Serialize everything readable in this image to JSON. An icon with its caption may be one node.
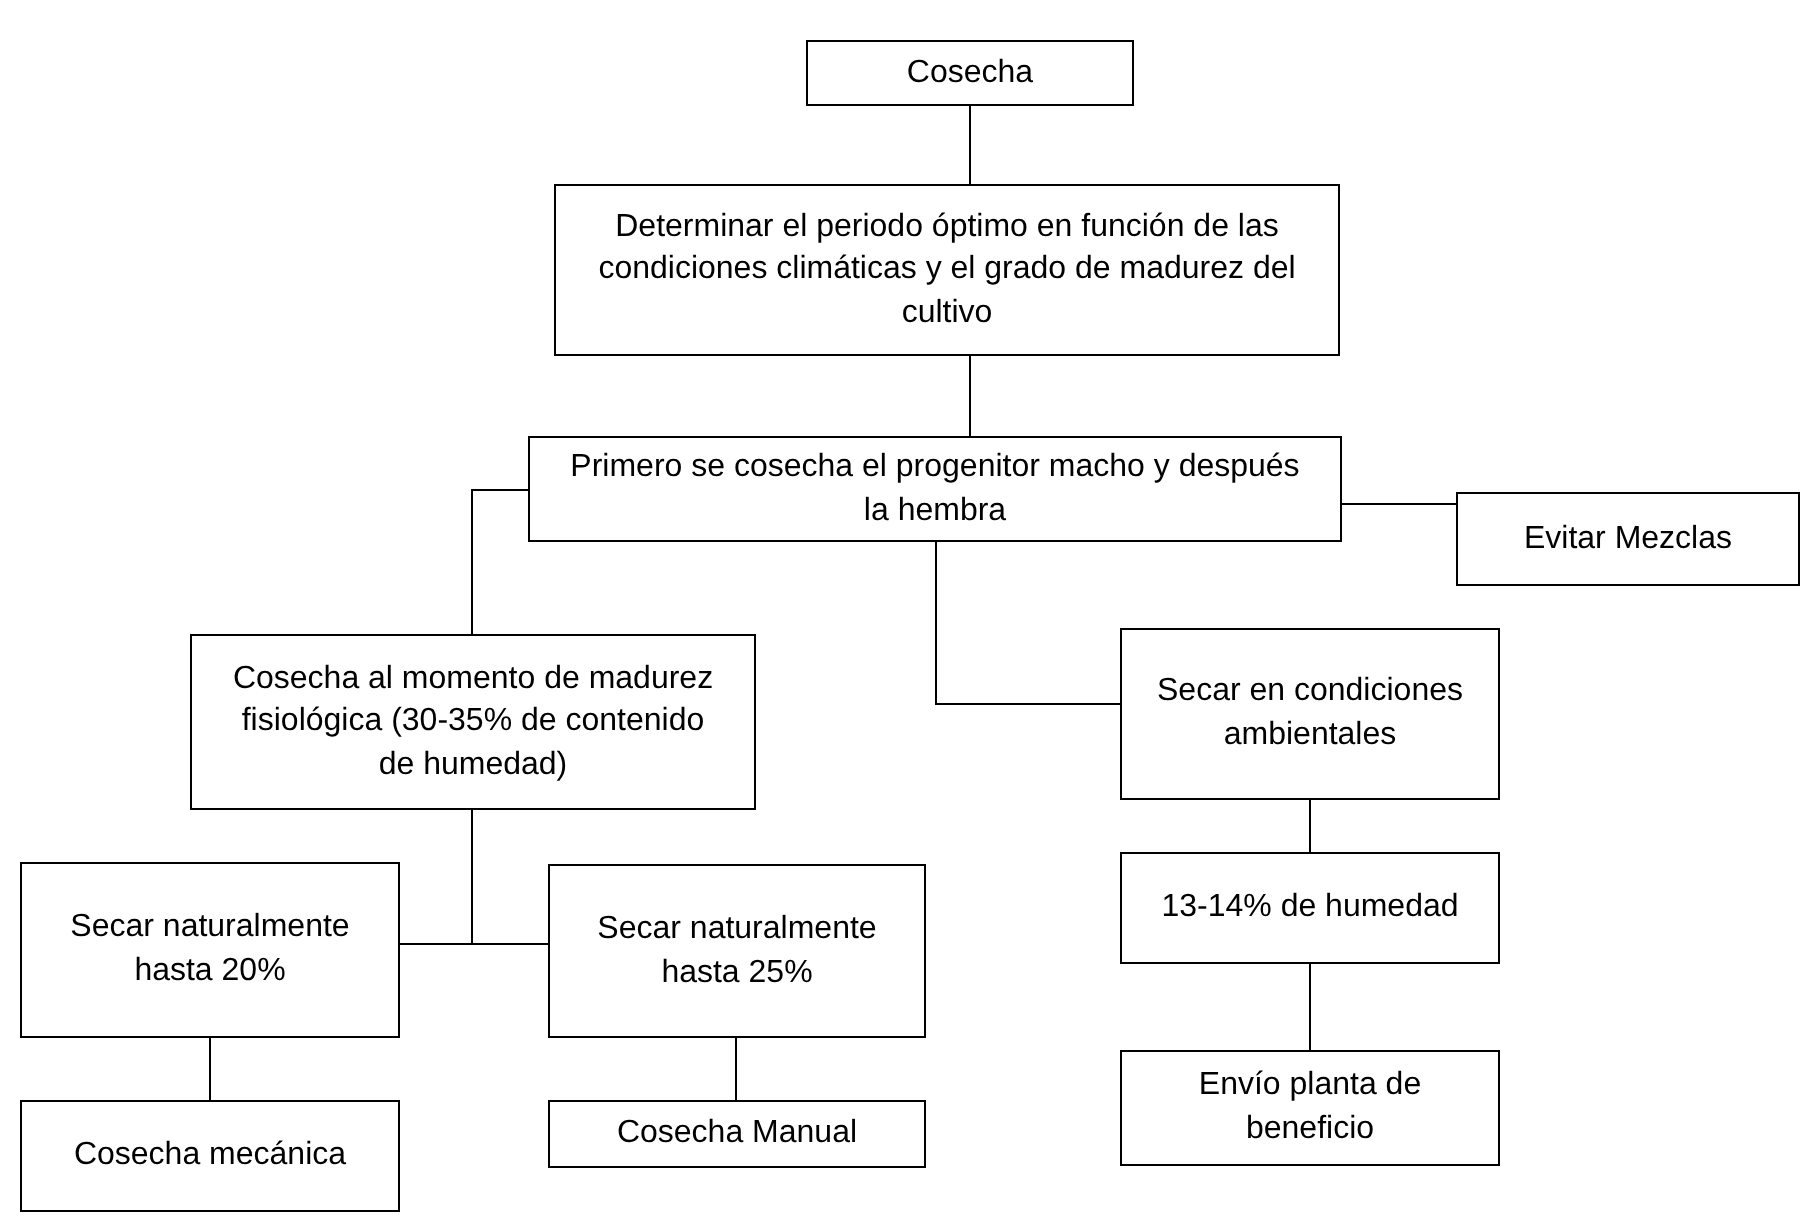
{
  "diagram": {
    "nodes": [
      {
        "text": [
          "Cosecha"
        ]
      },
      {
        "text": [
          "Determinar el periodo óptimo en función de las condiciones climáticas y el grado de madurez del cultivo"
        ]
      },
      {
        "text": [
          "Primero se cosecha el progenitor macho y después la hembra"
        ]
      },
      {
        "text": [
          "Evitar Mezclas"
        ]
      },
      {
        "text": [
          "Cosecha al momento de madurez fisiológica (30-35% de contenido de humedad)"
        ]
      },
      {
        "text": [
          "Secar en condiciones ambientales"
        ]
      },
      {
        "text": [
          "Secar naturalmente hasta 20%"
        ]
      },
      {
        "text": [
          "Secar naturalmente hasta 25%"
        ]
      },
      {
        "text": [
          "13-14% de humedad"
        ]
      },
      {
        "text": [
          "Cosecha Manual"
        ]
      },
      {
        "text": [
          "Envío planta de beneficio"
        ]
      },
      {
        "text": [
          "Cosecha mecánica"
        ]
      }
    ],
    "edges": [
      {
        "from": 0,
        "to": 1,
        "arrow": "none"
      },
      {
        "from": 1,
        "to": 2,
        "arrow": "none"
      },
      {
        "from": 2,
        "to": 3,
        "arrow": "none"
      },
      {
        "from": 2,
        "to": 4,
        "arrow": "none"
      },
      {
        "from": 2,
        "to": 5,
        "arrow": "none"
      },
      {
        "from": 4,
        "to": 6,
        "arrow": "none"
      },
      {
        "from": 4,
        "to": 7,
        "arrow": "none"
      },
      {
        "from": 5,
        "to": 8,
        "arrow": "none"
      },
      {
        "from": 8,
        "to": 10,
        "arrow": "none"
      },
      {
        "from": 6,
        "to": 11,
        "arrow": "none"
      },
      {
        "from": 7,
        "to": 9,
        "arrow": "none"
      }
    ]
  }
}
